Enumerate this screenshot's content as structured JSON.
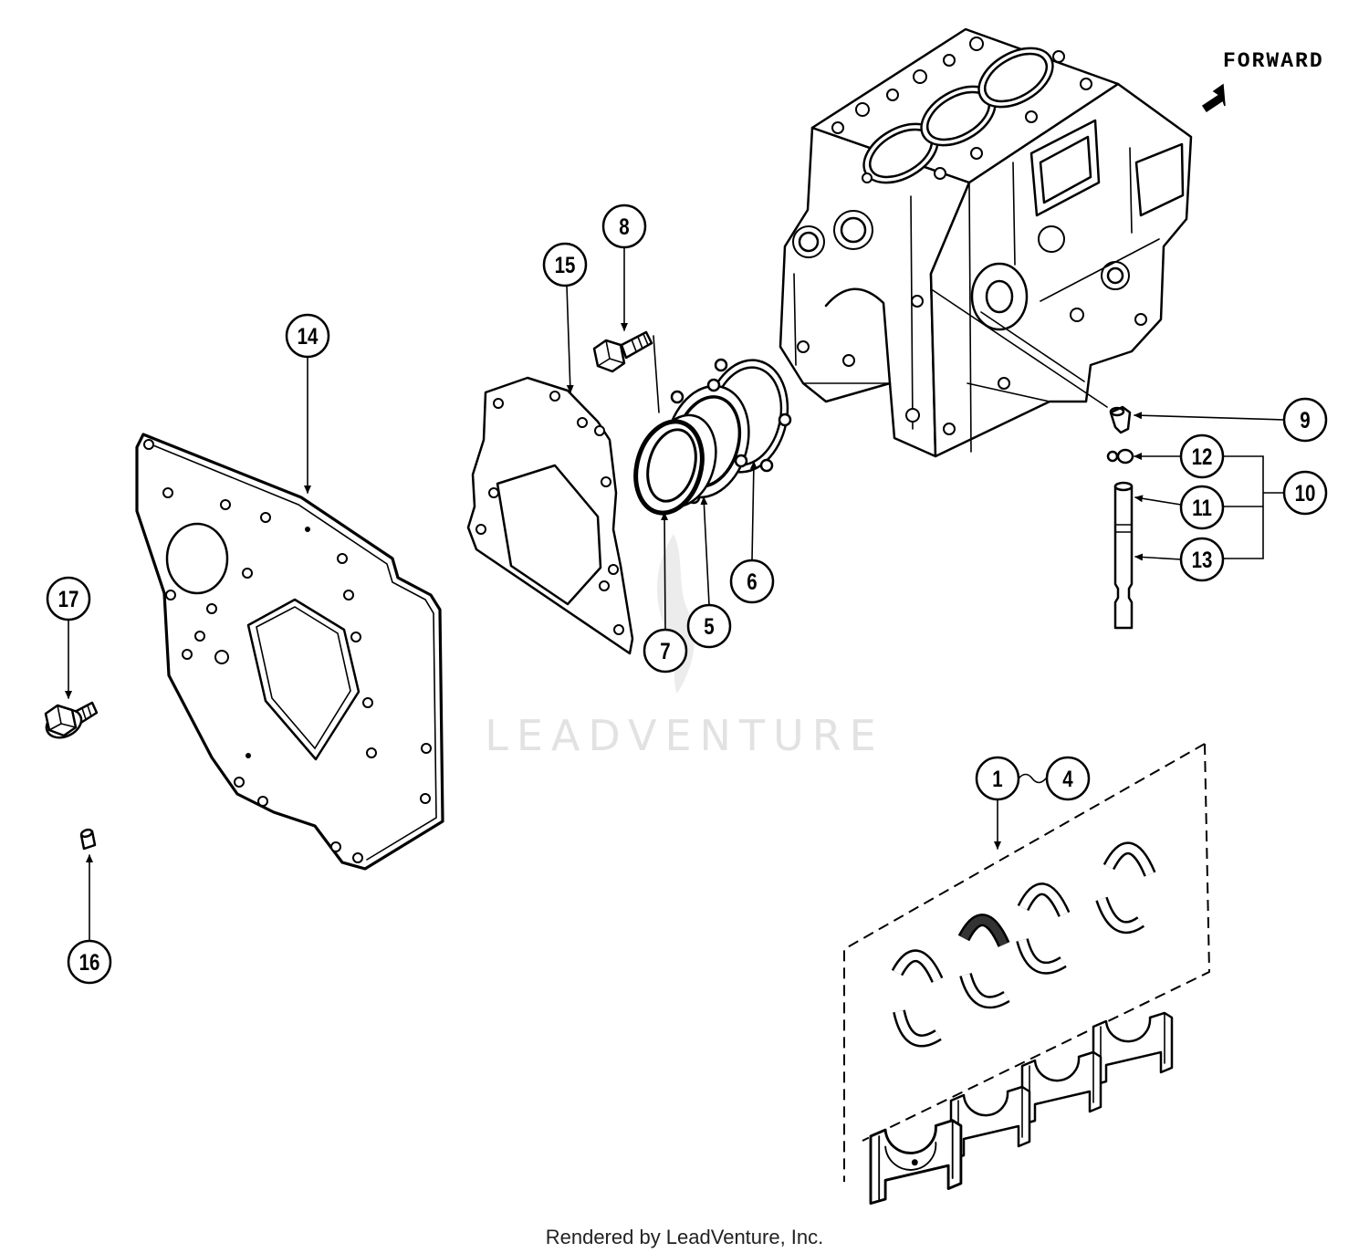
{
  "header": {
    "direction_label": "FORWARD",
    "direction_icon": "arrow-icon"
  },
  "callouts": [
    "1",
    "4",
    "5",
    "6",
    "7",
    "8",
    "9",
    "10",
    "11",
    "12",
    "13",
    "14",
    "15",
    "16",
    "17"
  ],
  "watermark": "LEADVENTURE",
  "footer": "Rendered by LeadVenture, Inc.",
  "colors": {
    "line": "#000000",
    "watermark": "#e2e2e2",
    "background": "#ffffff"
  }
}
